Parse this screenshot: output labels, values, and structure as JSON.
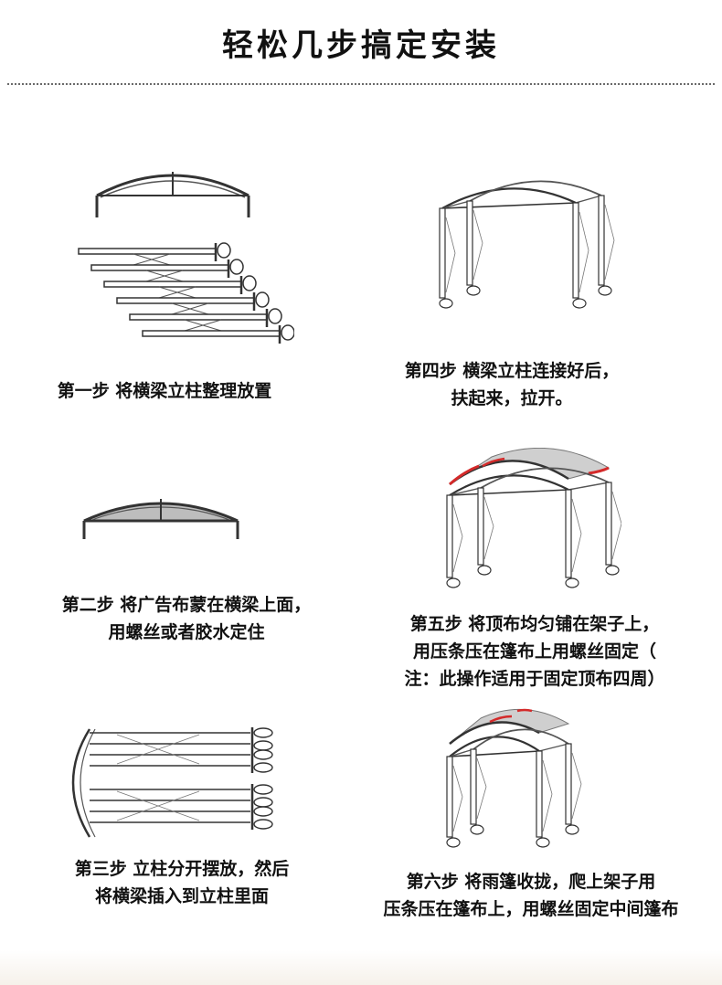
{
  "page": {
    "title": "轻松几步搞定安装"
  },
  "steps": [
    {
      "lines": [
        "第一步 将横梁立柱整理放置"
      ]
    },
    {
      "lines": [
        "第二步 将广告布蒙在横梁上面，",
        "用螺丝或者胶水定住"
      ]
    },
    {
      "lines": [
        "第三步 立柱分开摆放，然后",
        "将横梁插入到立柱里面"
      ]
    },
    {
      "lines": [
        "第四步 横梁立柱连接好后，",
        "扶起来，拉开。"
      ]
    },
    {
      "lines": [
        "第五步 将顶布均匀铺在架子上，",
        "用压条压在篷布上用螺丝固定（",
        "注：此操作适用于固定顶布四周）"
      ]
    },
    {
      "lines": [
        "第六步 将雨篷收拢，爬上架子用",
        "压条压在篷布上，用螺丝固定中间篷布"
      ]
    }
  ],
  "colors": {
    "line": "#333333",
    "canvas": "#bdbdbd",
    "clip": "#d42a2a"
  },
  "icons": [
    "arch-beam-icon",
    "poles-pile-icon",
    "covered-arch-icon",
    "poles-layout-icon",
    "tent-frame-icon",
    "tent-cover-icon",
    "tent-folded-icon"
  ]
}
